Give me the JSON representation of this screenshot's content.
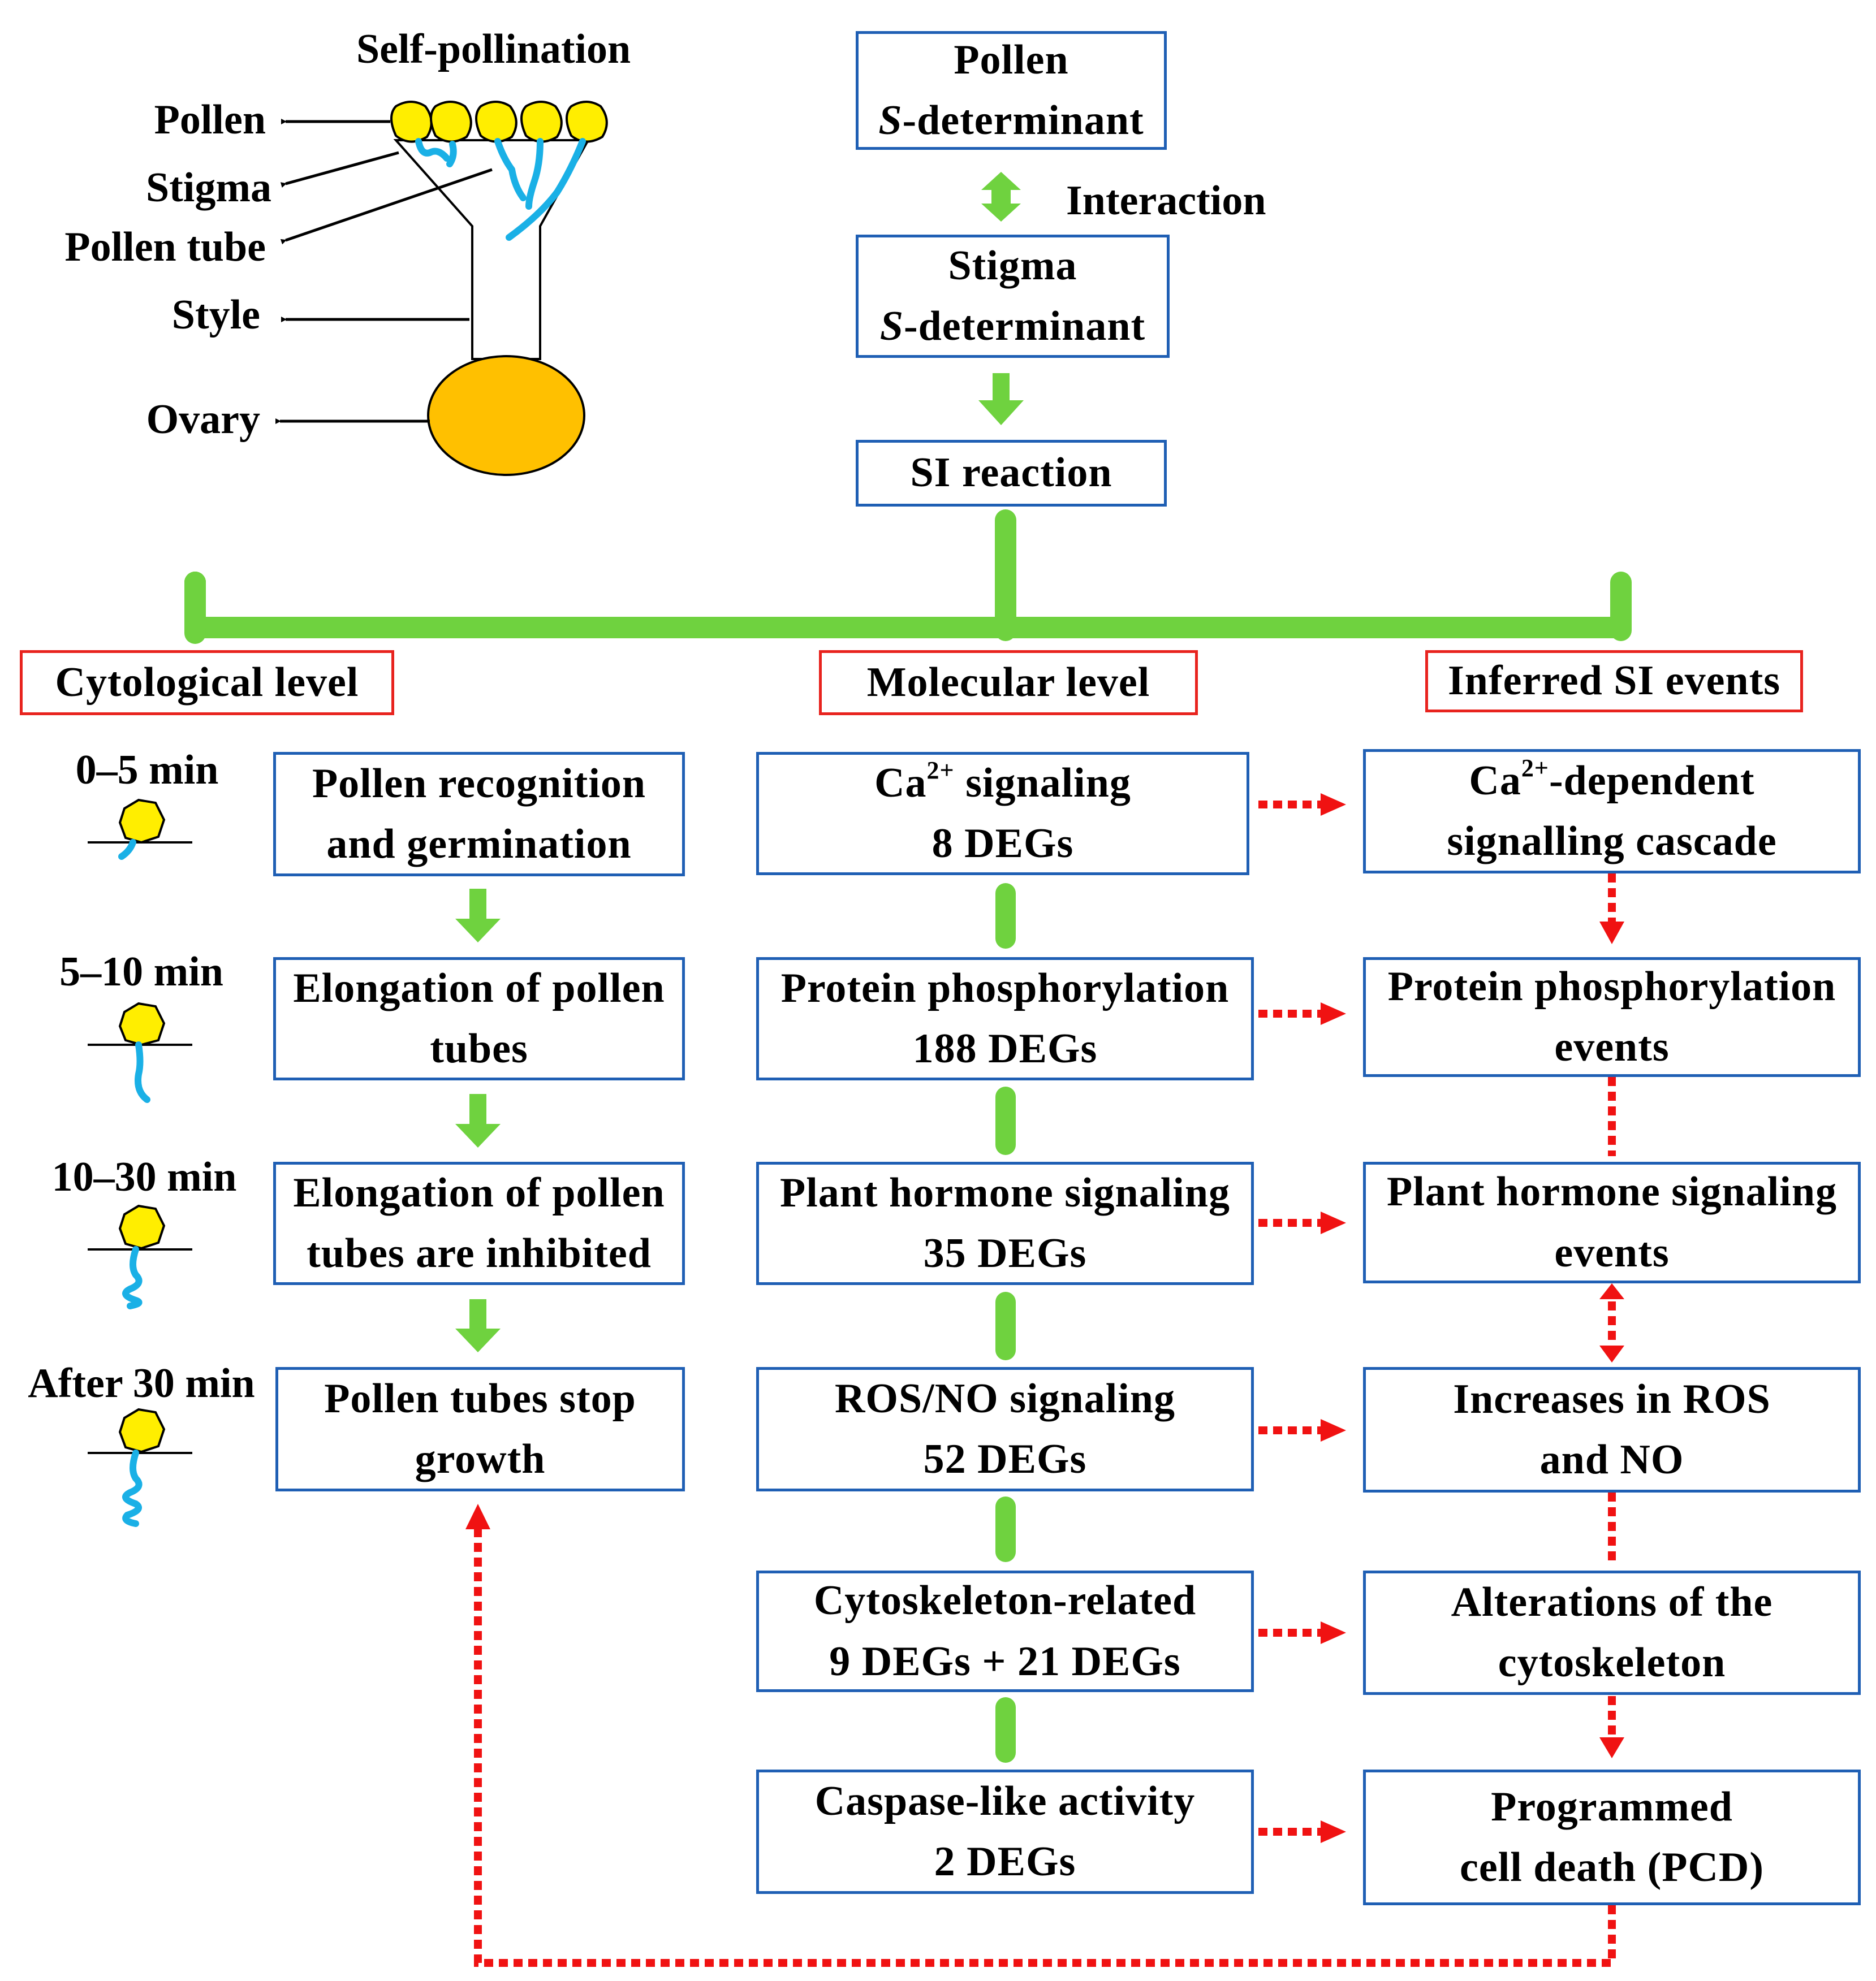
{
  "colors": {
    "box_border": "#1f5fb4",
    "header_border": "#e8231e",
    "green": "#6fd23f",
    "red_dotted": "#f01212",
    "pollen_yellow": "#ffee00",
    "ovary_orange": "#ffc000",
    "pollen_tube_blue": "#1ab0e6"
  },
  "flower": {
    "title": "Self-pollination",
    "labels": {
      "pollen": "Pollen",
      "stigma": "Stigma",
      "pollen_tube": "Pollen tube",
      "style": "Style",
      "ovary": "Ovary"
    }
  },
  "top_flow": {
    "pollen_s": {
      "line1": "Pollen",
      "italic": "S",
      "rest": "-determinant"
    },
    "interaction": "Interaction",
    "stigma_s": {
      "line1": "Stigma",
      "italic": "S",
      "rest": "-determinant"
    },
    "si_reaction": "SI reaction"
  },
  "headers": {
    "cytological": "Cytological level",
    "molecular": "Molecular level",
    "inferred": "Inferred SI events"
  },
  "timepoints": [
    "0–5 min",
    "5–10 min",
    "10–30 min",
    "After 30 min"
  ],
  "cytological": [
    {
      "line1": "Pollen recognition",
      "line2": "and germination"
    },
    {
      "line1": "Elongation of pollen",
      "line2": "tubes"
    },
    {
      "line1": "Elongation of pollen",
      "line2": "tubes are inhibited"
    },
    {
      "line1": "Pollen tubes stop",
      "line2": "growth"
    }
  ],
  "molecular": [
    {
      "pre": "Ca",
      "sup": "2+",
      "post": " signaling",
      "line2": "8 DEGs"
    },
    {
      "line1": "Protein phosphorylation",
      "line2": "188 DEGs"
    },
    {
      "line1": "Plant hormone signaling",
      "line2": "35 DEGs"
    },
    {
      "line1": "ROS/NO signaling",
      "line2": "52 DEGs"
    },
    {
      "line1": "Cytoskeleton-related",
      "line2": "9 DEGs + 21 DEGs"
    },
    {
      "line1": "Caspase-like activity",
      "line2": "2 DEGs"
    }
  ],
  "inferred": [
    {
      "pre": "Ca",
      "sup": "2+",
      "post": "-dependent",
      "line2": "signalling cascade"
    },
    {
      "line1": "Protein phosphorylation",
      "line2": "events"
    },
    {
      "line1": "Plant hormone signaling",
      "line2": "events"
    },
    {
      "line1": "Increases in ROS",
      "line2": "and NO"
    },
    {
      "line1": "Alterations of the",
      "line2": "cytoskeleton"
    },
    {
      "line1": "Programmed",
      "line2": "cell death (PCD)"
    }
  ]
}
